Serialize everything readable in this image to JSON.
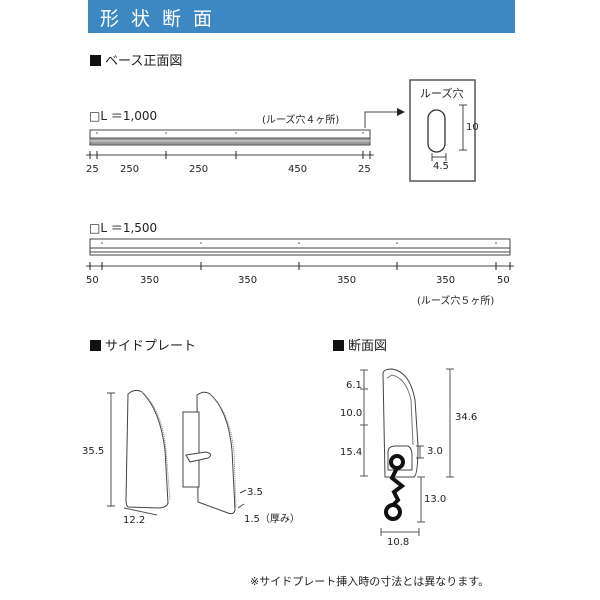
{
  "header": {
    "title": "形状断面",
    "color": "#3d87c3"
  },
  "base_front_view": {
    "section_title": "ベース正面図",
    "l1000": {
      "label": "□L ＝1,000",
      "hole_note": "(ルーズ穴４ヶ所)",
      "dims": [
        "25",
        "250",
        "250",
        "450",
        "25"
      ]
    },
    "loose_hole_detail": {
      "title": "ルーズ穴",
      "height": "10",
      "width": "4.5"
    },
    "l1500": {
      "label": "□L ＝1,500",
      "hole_note": "(ルーズ穴５ヶ所)",
      "dims": [
        "50",
        "350",
        "350",
        "350",
        "350",
        "50"
      ]
    }
  },
  "side_plate": {
    "section_title": "サイドプレート",
    "height": "35.5",
    "depth": "12.2",
    "lip": "3.5",
    "thickness": "1.5（厚み）"
  },
  "cross_section": {
    "section_title": "断面図",
    "dims_left": [
      "6.1",
      "10.0",
      "15.4"
    ],
    "dim_3": "3.0",
    "dim_total": "34.6",
    "dim_13": "13.0",
    "dim_width": "10.8"
  },
  "footnote": "※サイドプレート挿入時の寸法とは異なります。"
}
